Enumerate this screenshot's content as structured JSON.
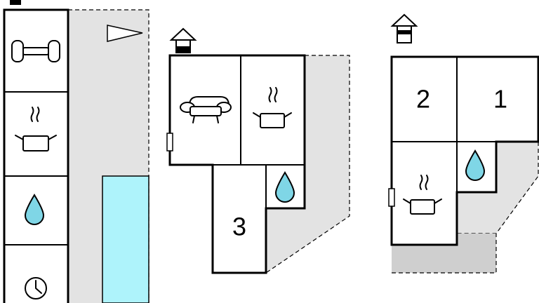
{
  "colors": {
    "background": "#ffffff",
    "outdoor_grey": "#e3e3e3",
    "terrace_grey": "#cfcfcf",
    "pool": "#aef3fb",
    "water_drop": "#7fd6e6",
    "walls": "#000000"
  },
  "plans": {
    "left": {
      "rooms": [
        {
          "icon": "fitness-dumbbell-icon"
        },
        {
          "icon": "kitchen-pot-icon"
        },
        {
          "icon": "bathroom-drop-icon"
        },
        {
          "icon": "clock-icon"
        }
      ],
      "outdoor": {
        "icon": "pennant-flag-icon",
        "feature": "pool"
      }
    },
    "middle": {
      "floor_icon": "floor-level-icon",
      "rooms": [
        {
          "icon": "living-sofa-icon"
        },
        {
          "icon": "kitchen-pot-icon"
        },
        {
          "icon": "bathroom-drop-icon"
        },
        {
          "icon": "bedroom-number",
          "label": "3"
        }
      ]
    },
    "right": {
      "floor_icon": "floor-level-icon",
      "rooms": [
        {
          "icon": "bedroom-number",
          "label": "2"
        },
        {
          "icon": "bedroom-number",
          "label": "1"
        },
        {
          "icon": "kitchen-pot-icon"
        },
        {
          "icon": "bathroom-drop-icon"
        }
      ],
      "outdoor": {
        "feature": "terrace"
      }
    }
  }
}
